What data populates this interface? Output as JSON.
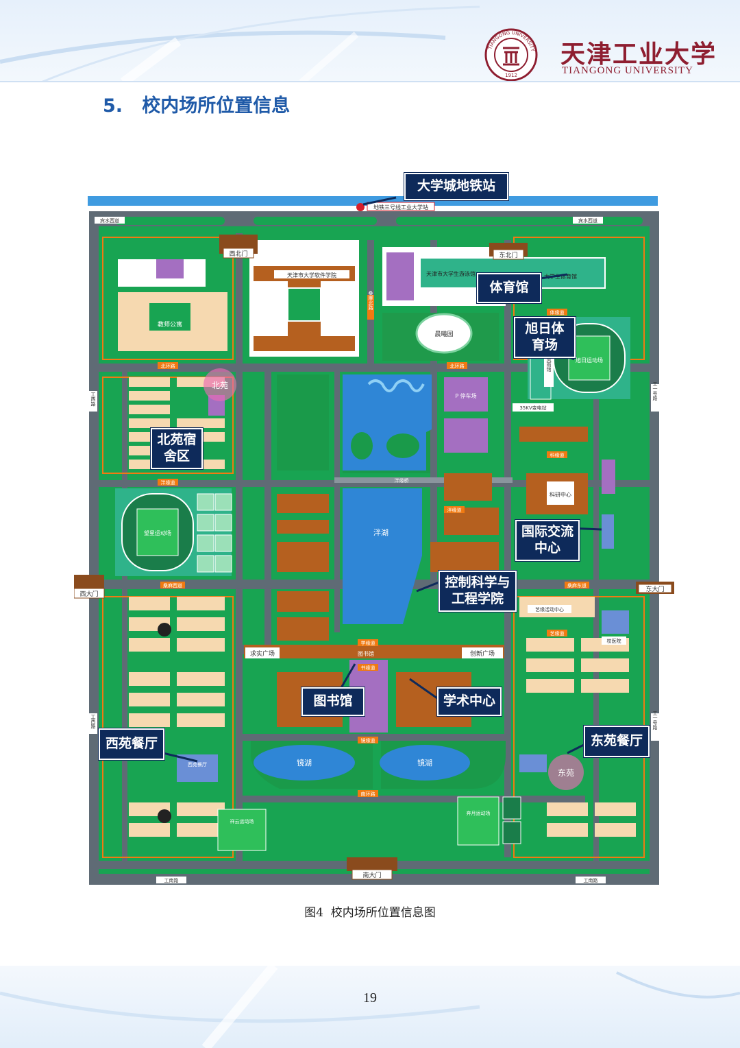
{
  "header": {
    "university_cn": "天津工业大学",
    "university_en": "TIANGONG UNIVERSITY",
    "seal_text": "TIANGONG UNIVERSITY",
    "seal_year": "1912"
  },
  "section": {
    "title": "5.   校内场所位置信息"
  },
  "caption": "图4  校内场所位置信息图",
  "page_number": "19",
  "colors": {
    "title_blue": "#1f5aa8",
    "brand": "#8e1e30",
    "callout": "#0e2a5a",
    "road": "#5f6b75",
    "green": "#18a452",
    "building": "#b5601f",
    "water": "#2f86d6",
    "purple": "#a46fc1"
  },
  "map": {
    "callouts": {
      "metro": "大学城地铁站",
      "gym": "体育馆",
      "xuri": [
        "旭日体",
        "育场"
      ],
      "beiyuan_dorm": [
        "北苑宿",
        "舍区"
      ],
      "intl": [
        "国际交流",
        "中心"
      ],
      "control": [
        "控制科学与",
        "工程学院"
      ],
      "library": "图书馆",
      "academic": "学术中心",
      "xiyuan_canteen": "西苑餐厅",
      "dongyuan_canteen": "东苑餐厅"
    },
    "labels": {
      "metro_line": "地铁三号线工业大学站",
      "bingshui_w": "宾水西道",
      "bingshui_e": "宾水西道",
      "northwest_gate": "西北门",
      "northeast_gate": "东北门",
      "west_gate": "西大门",
      "east_gate": "东大门",
      "south_gate": "南大门",
      "software": "天津市大学软件学院",
      "swim": "天津市大学生游泳馆",
      "gym_bld": "大学生体育馆",
      "teacher_apt": "教师公寓",
      "beiyuan": "北苑",
      "dongyuan": "东苑",
      "yanghu": "泮湖",
      "jinghu_w": "镜湖",
      "jinghu_e": "镜湖",
      "xuri_field": "旭日运动场",
      "wangxing_field": "望星运动场",
      "xiangyun_field": "祥云运动场",
      "benyue_field": "奔月运动场",
      "qiushi": "求实广场",
      "chuangxin": "创新广场",
      "gongnan_w": "工南路",
      "gongnan_e": "工南路",
      "gongxi_1": "工西路",
      "gongxi_2": "工西路",
      "gongyi_1": "工一号路",
      "gongyi_2": "工一号路",
      "beihuan_w": "北环路",
      "beihuan_e": "北环路",
      "yanghuan_w": "泮缘道",
      "yanghuan_e": "泮缘道",
      "yangqiao": "泮缘桥",
      "sangma_w": "桑麻西道",
      "sangma_e": "桑麻东道",
      "xueyuan": "学缘道",
      "shuyuan": "书缘道",
      "jingyuan": "镜缘道",
      "nanhuan": "南环路",
      "sangma_n": "桑麻北路",
      "xiyuan_canteen_small": "西苑餐厅",
      "library_small": "图书馆",
      "chenxi": "晨曦园",
      "keyan": "科研中心",
      "keyuan": "科缘道",
      "tiyuan": "体缘道",
      "rifeng": "日风雨馆",
      "p_parking": "P 停车场",
      "station_35kv": "35KV变电站",
      "yiyuan": "艺缘道",
      "yiyuan_center": "艺缘活动中心",
      "xiaoyi": "校医院"
    }
  }
}
